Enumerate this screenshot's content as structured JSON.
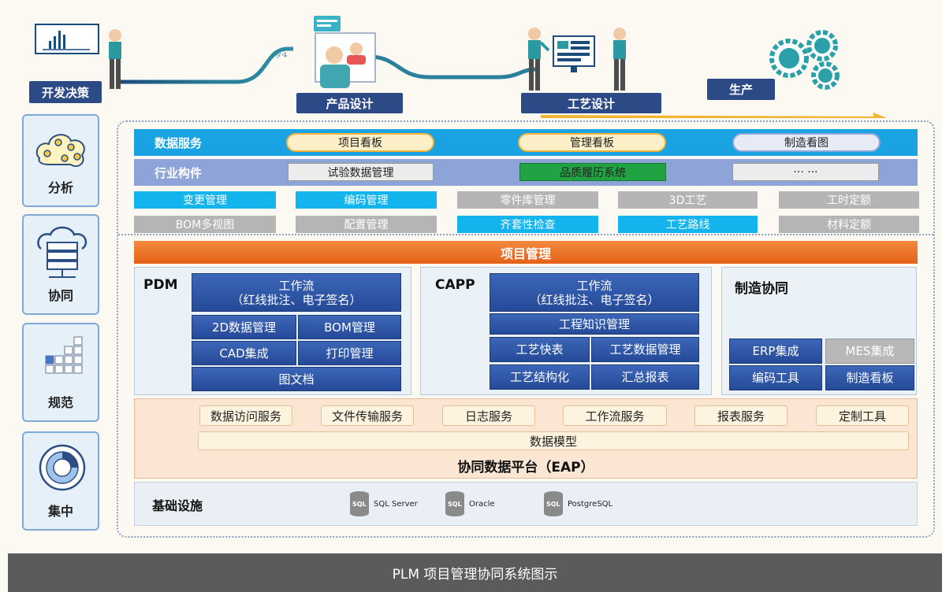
{
  "top_flow": {
    "labels": [
      "开发决策",
      "产品设计",
      "工艺设计",
      "生产"
    ]
  },
  "sidebar": {
    "items": [
      {
        "label": "分析",
        "icon": "network-icon"
      },
      {
        "label": "协同",
        "icon": "cloud-server-icon"
      },
      {
        "label": "规范",
        "icon": "grid-blocks-icon"
      },
      {
        "label": "集中",
        "icon": "target-disk-icon"
      }
    ]
  },
  "data_services": {
    "title": "数据服务",
    "items": [
      "项目看板",
      "管理看板",
      "制造看图"
    ]
  },
  "industry": {
    "title": "行业构件",
    "items": [
      "试验数据管理",
      "品质履历系统",
      "··· ···"
    ]
  },
  "modules_row1": [
    "变更管理",
    "编码管理",
    "零件库管理",
    "3D工艺",
    "工时定额"
  ],
  "modules_row2": [
    "BOM多视图",
    "配置管理",
    "齐套性检查",
    "工艺路线",
    "材料定额"
  ],
  "project_mgmt": "项目管理",
  "pdm": {
    "title": "PDM",
    "workflow": "工作流",
    "workflow_sub": "（红线批注、电子签名）",
    "items": [
      "2D数据管理",
      "BOM管理",
      "CAD集成",
      "打印管理"
    ],
    "bottom": "图文档"
  },
  "capp": {
    "title": "CAPP",
    "workflow": "工作流",
    "workflow_sub": "（红线批注、电子签名）",
    "knowledge": "工程知识管理",
    "items": [
      "工艺快表",
      "工艺数据管理",
      "工艺结构化",
      "汇总报表"
    ]
  },
  "mfg": {
    "title": "制造协同",
    "items": [
      "ERP集成",
      "MES集成",
      "编码工具",
      "制造看板"
    ]
  },
  "eap": {
    "services": [
      "数据访问服务",
      "文件传输服务",
      "日志服务",
      "工作流服务",
      "报表服务",
      "定制工具"
    ],
    "model": "数据模型",
    "title": "协同数据平台（EAP）"
  },
  "infra": {
    "title": "基础设施",
    "db_badge": "SQL",
    "databases": [
      "SQL Server",
      "Oracle",
      "PostgreSQL"
    ]
  },
  "footer": "PLM 项目管理协同系统图示",
  "colors": {
    "navy": "#2c4a86",
    "cyan": "#1aa3e3",
    "lavender": "#8ea3d8",
    "orange": "#ec6e25",
    "module_blue": "#14b4ee",
    "module_gray": "#b5b5b5",
    "green": "#21a343"
  }
}
